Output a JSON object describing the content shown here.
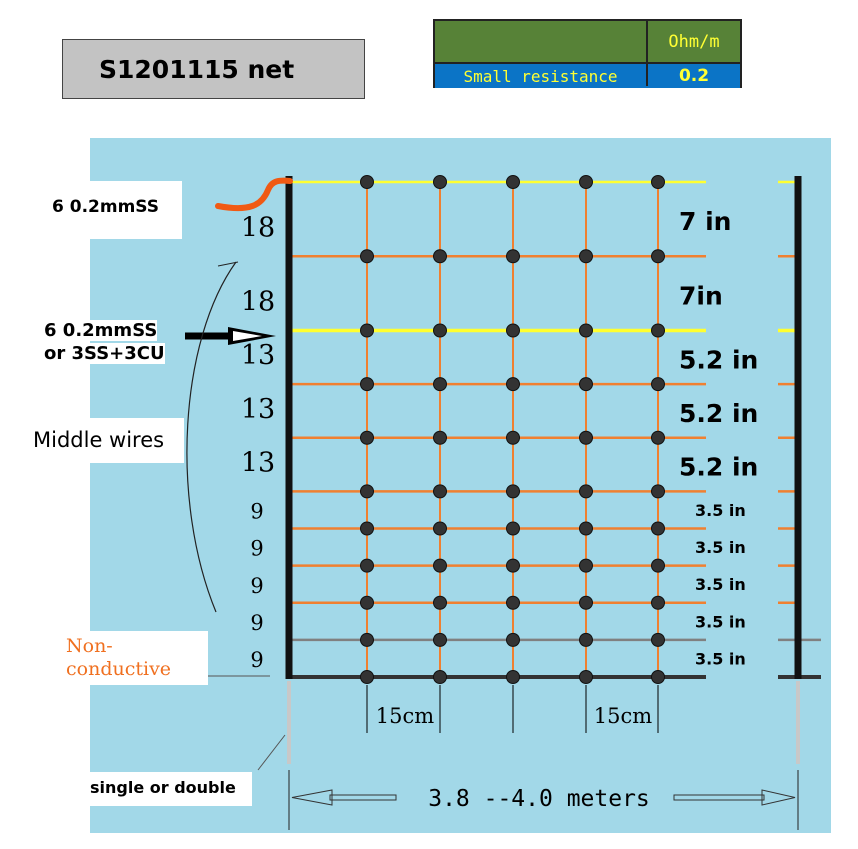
{
  "title": "S1201115 net",
  "resistance_table": {
    "unit_header": "Ohm/m",
    "label": "Small resistance",
    "value": "0.2"
  },
  "left_labels": {
    "top_wire": "6  0.2mmSS",
    "mid_wire_line1": "6  0.2mmSS",
    "mid_wire_line2": "or 3SS+3CU",
    "middle_wires": "Middle wires",
    "non_conductive_line1": "Non-",
    "non_conductive_line2": "conductive",
    "post": "single or double"
  },
  "mesh_heights_cm": [
    "18",
    "18",
    "13",
    "13",
    "13",
    "9",
    "9",
    "9",
    "9",
    "9"
  ],
  "mesh_heights_in": [
    "7 in",
    "7in",
    "5.2 in",
    "5.2 in",
    "5.2 in",
    "3.5 in",
    "3.5 in",
    "3.5 in",
    "3.5 in",
    "3.5 in"
  ],
  "spacing_labels": [
    "15cm",
    "15cm"
  ],
  "width_label": "3.8 --4.0 meters",
  "colors": {
    "background": "#a2d8e8",
    "conductive_wire": "#f08030",
    "yellow_wire": "#ffff30",
    "non_conductive_wire": "#808080",
    "bottom_wire": "#333333",
    "post": "#111111",
    "knot": "#333333"
  }
}
